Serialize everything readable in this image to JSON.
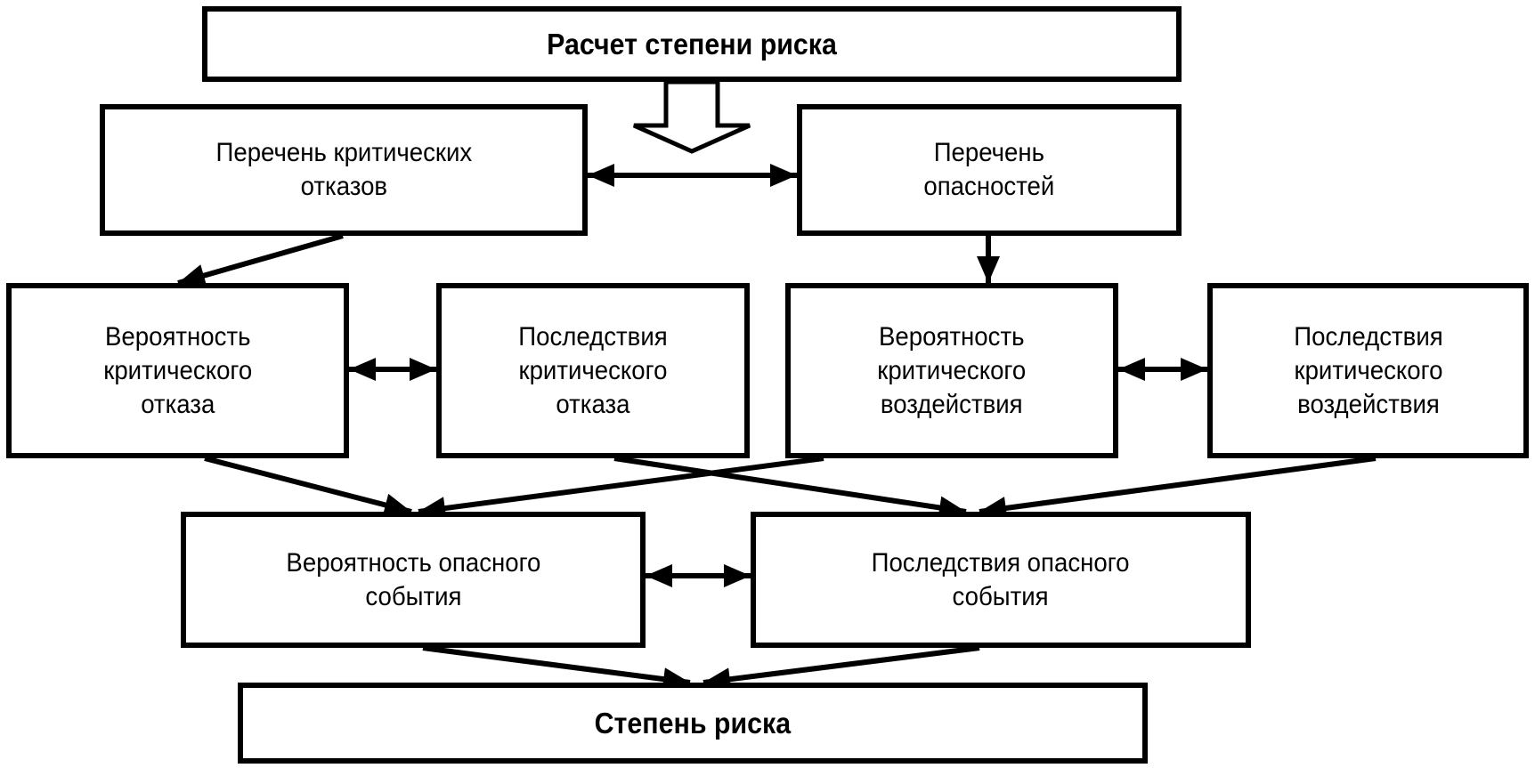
{
  "diagram": {
    "nodes": {
      "calc": "Расчет степени риска",
      "failures_list": "Перечень критических\nотказов",
      "hazards_list": "Перечень\nопасностей",
      "prob_failure": "Вероятность\nкритического\nотказа",
      "cons_failure": "Последствия\nкритического\nотказа",
      "prob_impact": "Вероятность\nкритического\nвоздействия",
      "cons_impact": "Последствия\nкритического\nвоздействия",
      "prob_event": "Вероятность опасного\nсобытия",
      "cons_event": "Последствия опасного\nсобытия",
      "risk": "Степень риска"
    },
    "edges": [
      {
        "from": "calc",
        "to": "failures_list+hazards_list",
        "style": "hollow-block-arrow"
      },
      {
        "from": "failures_list",
        "to": "hazards_list",
        "style": "bidirectional"
      },
      {
        "from": "failures_list",
        "to": "prob_failure",
        "style": "arrow"
      },
      {
        "from": "hazards_list",
        "to": "prob_impact",
        "style": "arrow"
      },
      {
        "from": "prob_failure",
        "to": "cons_failure",
        "style": "bidirectional"
      },
      {
        "from": "prob_impact",
        "to": "cons_impact",
        "style": "bidirectional"
      },
      {
        "from": "prob_failure",
        "to": "prob_event",
        "style": "arrow"
      },
      {
        "from": "prob_impact",
        "to": "prob_event",
        "style": "arrow"
      },
      {
        "from": "cons_failure",
        "to": "cons_event",
        "style": "arrow"
      },
      {
        "from": "cons_impact",
        "to": "cons_event",
        "style": "arrow"
      },
      {
        "from": "prob_event",
        "to": "cons_event",
        "style": "bidirectional"
      },
      {
        "from": "prob_event",
        "to": "risk",
        "style": "arrow"
      },
      {
        "from": "cons_event",
        "to": "risk",
        "style": "arrow"
      }
    ]
  }
}
